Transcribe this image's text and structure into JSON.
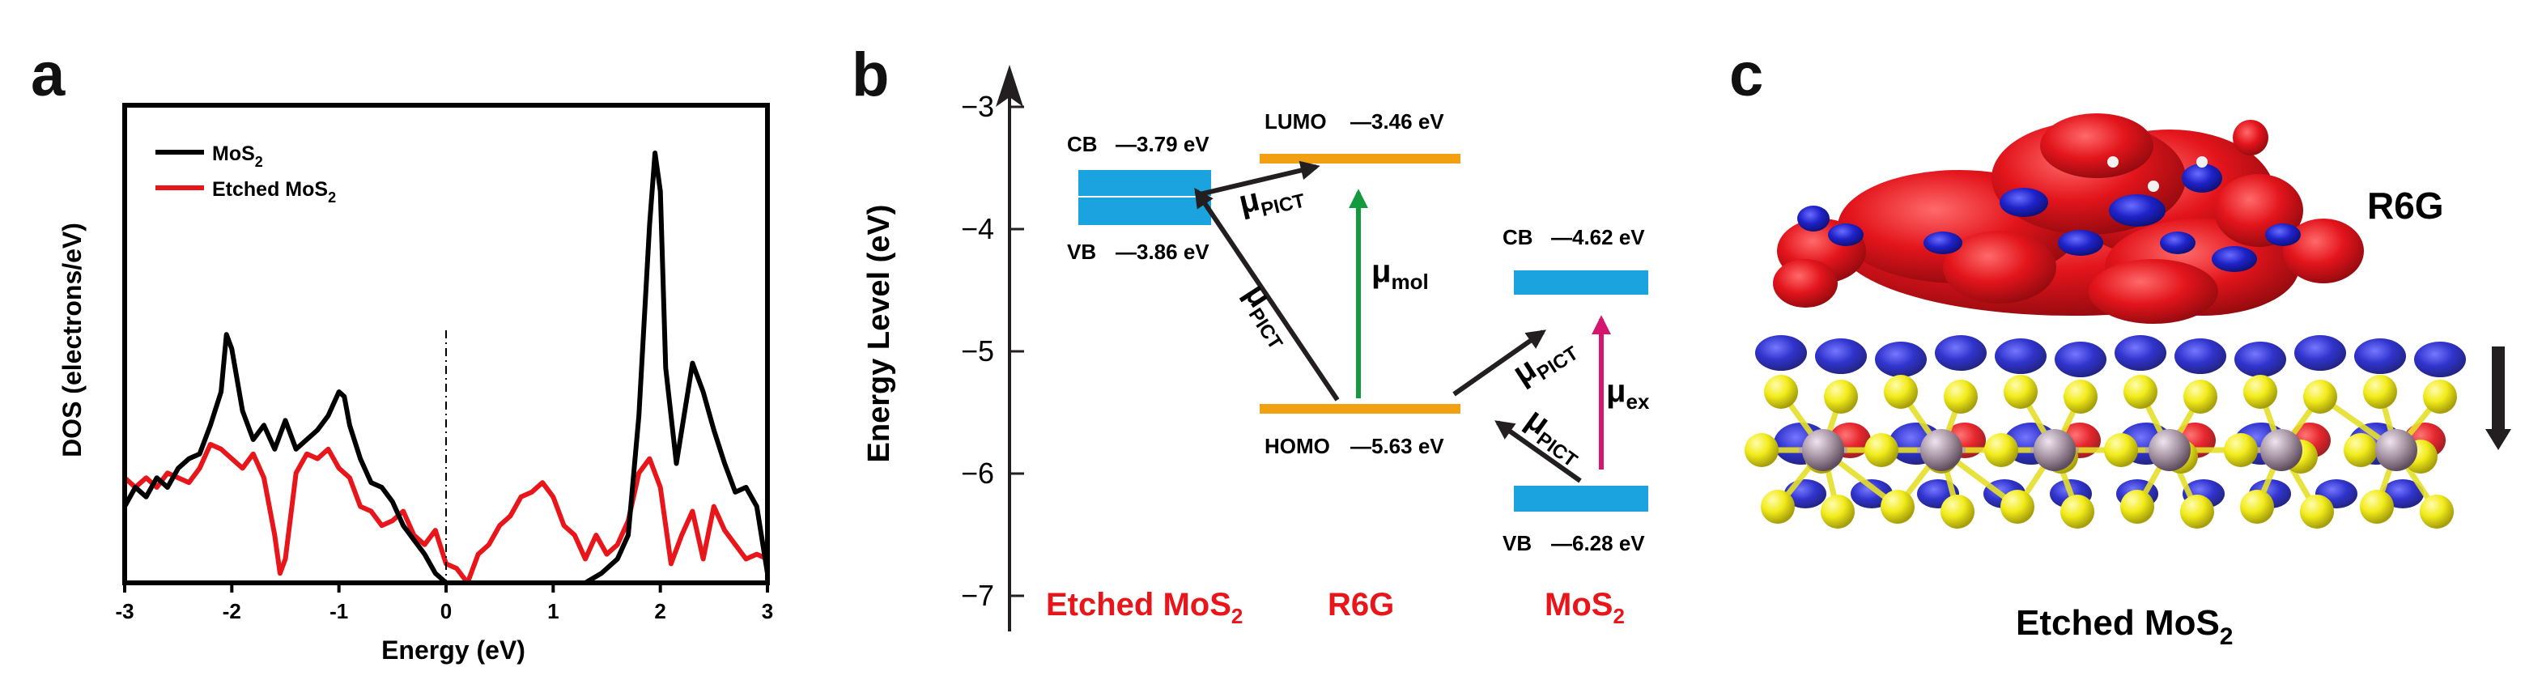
{
  "panels": {
    "a": "a",
    "b": "b",
    "c": "c"
  },
  "panel_a": {
    "ylabel": "DOS (electrons/eV)",
    "xlabel": "Energy (eV)",
    "legend": [
      {
        "base": "MoS",
        "sub": "2",
        "color": "#000000"
      },
      {
        "base": "Etched MoS",
        "sub": "2",
        "color": "#e8151b"
      }
    ]
  },
  "chart_data": {
    "type": "line",
    "xlabel": "Energy (eV)",
    "ylabel": "DOS (electrons/eV)",
    "xlim": [
      -3,
      3
    ],
    "ylim": [
      0,
      10
    ],
    "xticks": [
      "-3",
      "-2",
      "-1",
      "0",
      "1",
      "2",
      "3"
    ],
    "fermi_line_x": 0,
    "grid": false,
    "legend_position": "top-left",
    "series": [
      {
        "name": "MoS2",
        "color": "#000000",
        "points": [
          [
            -3,
            1.6
          ],
          [
            -2.9,
            2.0
          ],
          [
            -2.8,
            1.8
          ],
          [
            -2.7,
            2.2
          ],
          [
            -2.6,
            2.0
          ],
          [
            -2.5,
            2.4
          ],
          [
            -2.4,
            2.6
          ],
          [
            -2.3,
            2.7
          ],
          [
            -2.2,
            3.3
          ],
          [
            -2.1,
            4.0
          ],
          [
            -2.05,
            5.2
          ],
          [
            -2.0,
            4.9
          ],
          [
            -1.9,
            3.6
          ],
          [
            -1.8,
            3.0
          ],
          [
            -1.7,
            3.3
          ],
          [
            -1.6,
            2.8
          ],
          [
            -1.5,
            3.4
          ],
          [
            -1.4,
            2.8
          ],
          [
            -1.3,
            3.0
          ],
          [
            -1.2,
            3.2
          ],
          [
            -1.1,
            3.5
          ],
          [
            -1.0,
            4.0
          ],
          [
            -0.95,
            3.9
          ],
          [
            -0.9,
            3.3
          ],
          [
            -0.8,
            2.6
          ],
          [
            -0.7,
            2.1
          ],
          [
            -0.6,
            2.0
          ],
          [
            -0.5,
            1.7
          ],
          [
            -0.4,
            1.2
          ],
          [
            -0.3,
            0.9
          ],
          [
            -0.2,
            0.6
          ],
          [
            -0.1,
            0.2
          ],
          [
            0.0,
            0.0
          ],
          [
            1.3,
            0.0
          ],
          [
            1.45,
            0.2
          ],
          [
            1.6,
            0.5
          ],
          [
            1.7,
            1.0
          ],
          [
            1.8,
            3.5
          ],
          [
            1.9,
            7.5
          ],
          [
            1.95,
            9.0
          ],
          [
            2.0,
            8.2
          ],
          [
            2.05,
            4.5
          ],
          [
            2.15,
            2.5
          ],
          [
            2.3,
            4.6
          ],
          [
            2.4,
            4.0
          ],
          [
            2.5,
            3.2
          ],
          [
            2.6,
            2.5
          ],
          [
            2.7,
            1.9
          ],
          [
            2.8,
            2.0
          ],
          [
            2.9,
            1.6
          ],
          [
            3.0,
            0.2
          ]
        ]
      },
      {
        "name": "Etched MoS2",
        "color": "#e8151b",
        "points": [
          [
            -3,
            2.2
          ],
          [
            -2.9,
            2.0
          ],
          [
            -2.8,
            2.2
          ],
          [
            -2.7,
            2.0
          ],
          [
            -2.6,
            2.3
          ],
          [
            -2.5,
            2.2
          ],
          [
            -2.4,
            2.1
          ],
          [
            -2.3,
            2.4
          ],
          [
            -2.2,
            2.9
          ],
          [
            -2.1,
            2.8
          ],
          [
            -2.0,
            2.6
          ],
          [
            -1.9,
            2.4
          ],
          [
            -1.8,
            2.7
          ],
          [
            -1.7,
            2.2
          ],
          [
            -1.6,
            1.0
          ],
          [
            -1.55,
            0.2
          ],
          [
            -1.5,
            0.5
          ],
          [
            -1.4,
            2.3
          ],
          [
            -1.3,
            2.7
          ],
          [
            -1.2,
            2.6
          ],
          [
            -1.1,
            2.8
          ],
          [
            -1.0,
            2.4
          ],
          [
            -0.9,
            2.2
          ],
          [
            -0.8,
            1.6
          ],
          [
            -0.7,
            1.5
          ],
          [
            -0.6,
            1.2
          ],
          [
            -0.5,
            1.3
          ],
          [
            -0.4,
            1.5
          ],
          [
            -0.3,
            1.0
          ],
          [
            -0.2,
            0.8
          ],
          [
            -0.1,
            1.1
          ],
          [
            0.0,
            0.4
          ],
          [
            0.1,
            0.3
          ],
          [
            0.2,
            0.0
          ],
          [
            0.3,
            0.6
          ],
          [
            0.4,
            0.8
          ],
          [
            0.5,
            1.2
          ],
          [
            0.6,
            1.4
          ],
          [
            0.7,
            1.8
          ],
          [
            0.8,
            1.9
          ],
          [
            0.9,
            2.1
          ],
          [
            1.0,
            1.8
          ],
          [
            1.1,
            1.2
          ],
          [
            1.2,
            1.0
          ],
          [
            1.3,
            0.5
          ],
          [
            1.4,
            1.0
          ],
          [
            1.5,
            0.6
          ],
          [
            1.6,
            0.8
          ],
          [
            1.7,
            1.3
          ],
          [
            1.8,
            2.3
          ],
          [
            1.9,
            2.6
          ],
          [
            2.0,
            2.0
          ],
          [
            2.1,
            0.4
          ],
          [
            2.2,
            1.0
          ],
          [
            2.3,
            1.5
          ],
          [
            2.4,
            0.5
          ],
          [
            2.5,
            1.6
          ],
          [
            2.6,
            1.1
          ],
          [
            2.7,
            0.8
          ],
          [
            2.8,
            0.5
          ],
          [
            2.9,
            0.6
          ],
          [
            3.0,
            0.5
          ]
        ]
      }
    ]
  },
  "panel_b": {
    "ylabel": "Energy Level (eV)",
    "ticks": [
      -3,
      -4,
      -5,
      -6,
      -7
    ],
    "tick_labels": [
      "−3",
      "−4",
      "−5",
      "−6",
      "−7"
    ],
    "levels": {
      "etched_cb": {
        "name": "CB",
        "value": "—3.79 eV"
      },
      "etched_vb": {
        "name": "VB",
        "value": "—3.86 eV"
      },
      "lumo": {
        "name": "LUMO",
        "value": "—3.46 eV"
      },
      "homo": {
        "name": "HOMO",
        "value": "—5.63 eV"
      },
      "mos2_cb": {
        "name": "CB",
        "value": "—4.62 eV"
      },
      "mos2_vb": {
        "name": "VB",
        "value": "—6.28 eV"
      }
    },
    "arrows": [
      {
        "base": "μ",
        "sub": "PICT"
      },
      {
        "base": "μ",
        "sub": "PICT"
      },
      {
        "base": "μ",
        "sub": "mol"
      },
      {
        "base": "μ",
        "sub": "PICT"
      },
      {
        "base": "μ",
        "sub": "PICT"
      },
      {
        "base": "μ",
        "sub": "ex"
      }
    ],
    "columns": [
      {
        "base": "Etched MoS",
        "sub": "2"
      },
      {
        "base": "R6G",
        "sub": ""
      },
      {
        "base": "MoS",
        "sub": "2"
      }
    ],
    "colors": {
      "mos2_band": "#1ba3e0",
      "molecule": "#f0a010",
      "pict_arrow": "#231f20",
      "mol_arrow": "#139a3e",
      "ex_arrow": "#d4166e",
      "column_label": "#e8151b"
    }
  },
  "panel_c": {
    "molecule_label": "R6G",
    "substrate_label": {
      "base": "Etched MoS",
      "sub": "2"
    },
    "colors": {
      "accumulation": "#e3141c",
      "depletion": "#1e22c8",
      "sulfur": "#f2ec1b",
      "molybdenum": "#a593a3"
    }
  }
}
